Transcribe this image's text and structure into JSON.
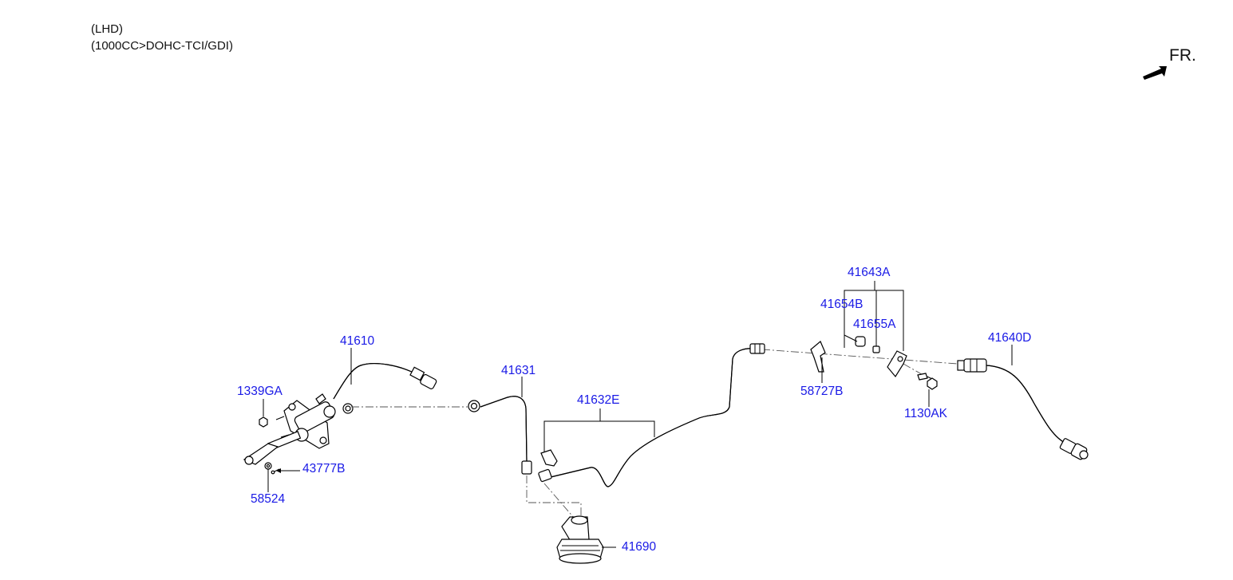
{
  "header": {
    "line1": "(LHD)",
    "line2": "(1000CC>DOHC-TCI/GDI)"
  },
  "orientation": {
    "label": "FR.",
    "icon": "front-arrow-icon"
  },
  "labels": {
    "p41610": "41610",
    "p1339GA": "1339GA",
    "p43777B": "43777B",
    "p58524": "58524",
    "p41631": "41631",
    "p41632E": "41632E",
    "p41690": "41690",
    "p41643A": "41643A",
    "p41654B": "41654B",
    "p41655A": "41655A",
    "p58727B": "58727B",
    "p1130AK": "1130AK",
    "p41640D": "41640D"
  },
  "colors": {
    "label": "#1a1ae6",
    "line": "#000000"
  }
}
